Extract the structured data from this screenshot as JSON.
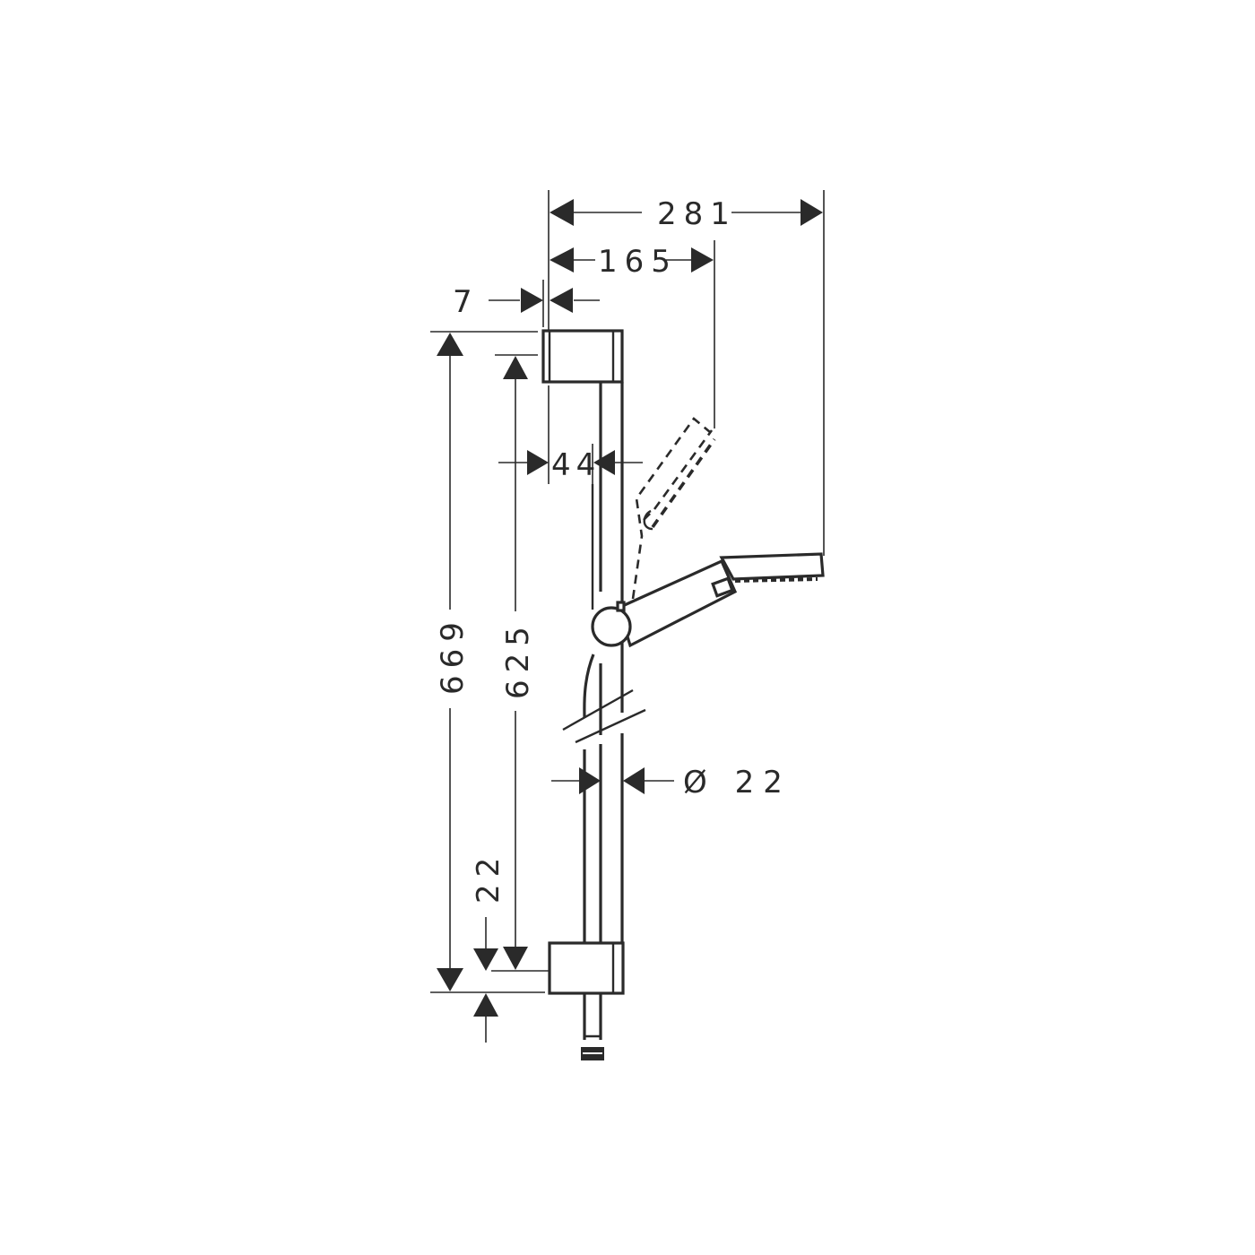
{
  "drawing": {
    "type": "technical-dimension-drawing",
    "subject": "shower rail set with hand shower",
    "units": "mm",
    "colors": {
      "line": "#2a2a2a",
      "background": "#ffffff"
    }
  },
  "dimensions": {
    "overall_projection": {
      "label": "281",
      "value": 281
    },
    "handshower_parked_projection": {
      "label": "165",
      "value": 165
    },
    "wall_bracket_offset": {
      "label": "7",
      "value": 7
    },
    "rail_wall_distance": {
      "label": "44",
      "value": 44
    },
    "overall_height": {
      "label": "669",
      "value": 669
    },
    "bracket_center_distance": {
      "label": "625",
      "value": 625
    },
    "bracket_lower_offset": {
      "label": "22",
      "value": 22
    },
    "rail_diameter": {
      "label": "Ø 22",
      "symbol": "Ø",
      "value": 22
    }
  }
}
